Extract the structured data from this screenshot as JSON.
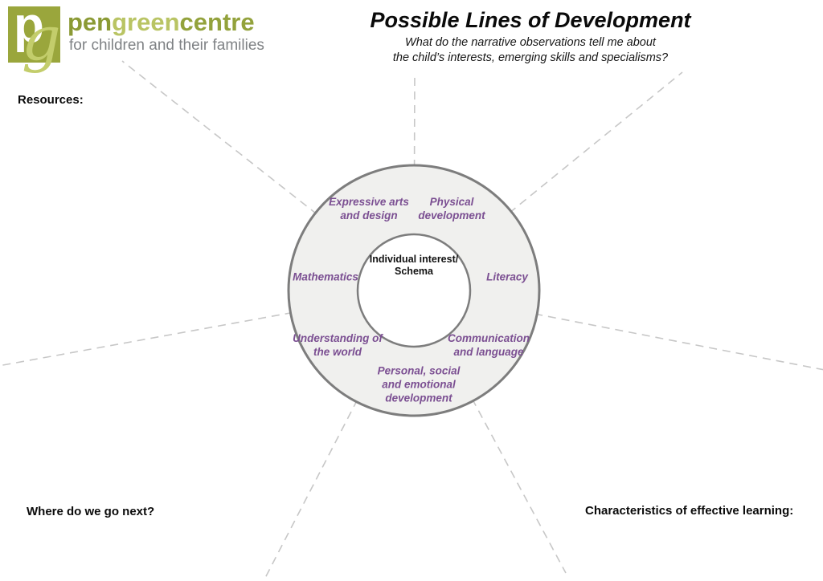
{
  "logo": {
    "monogram_p": "p",
    "monogram_g": "g",
    "name_pen": "pen",
    "name_green": "green",
    "name_centre": "centre",
    "tagline": "for children and their families"
  },
  "header": {
    "title": "Possible Lines of Development",
    "subtitle": "What do the narrative observations tell me about\nthe child’s interests, emerging skills and specialisms?"
  },
  "sections": {
    "resources": "Resources:",
    "where_next": "Where do we go next?",
    "characteristics": "Characteristics of effective learning:"
  },
  "diagram": {
    "center_label": "Individual interest/\nSchema",
    "areas": [
      {
        "label": "Expressive arts\nand design"
      },
      {
        "label": "Physical\ndevelopment"
      },
      {
        "label": "Mathematics"
      },
      {
        "label": "Literacy"
      },
      {
        "label": "Understanding of\nthe world"
      },
      {
        "label": "Communication\nand language"
      },
      {
        "label": "Personal, social\nand emotional\ndevelopment"
      }
    ],
    "colors": {
      "area_label_purple": "#7b4f92",
      "ring_fill": "#f0f0ee",
      "ring_stroke": "#7d7d7d",
      "dashed_line": "#c7c7c7",
      "brand_olive": "#8b9a35",
      "brand_light_green": "#b9c464",
      "tagline_gray": "#7f8285"
    }
  }
}
